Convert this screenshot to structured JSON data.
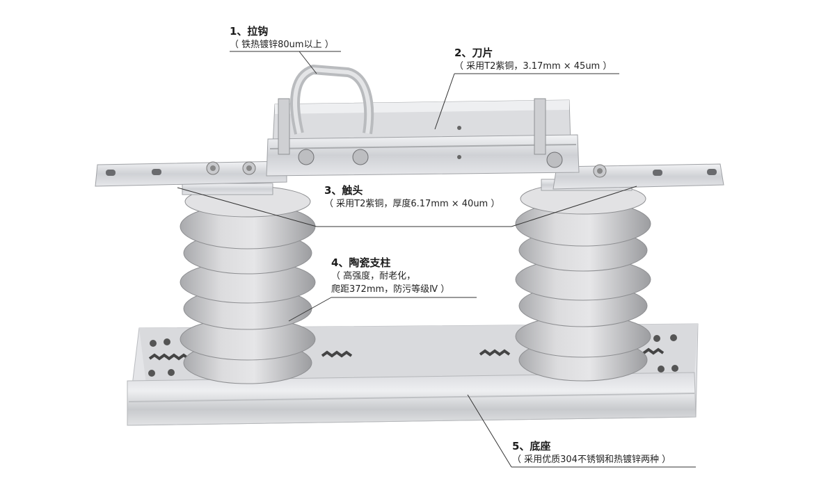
{
  "callouts": {
    "hook": {
      "title": "1、拉钩",
      "desc": "（ 铁热镀锌80um以上 ）"
    },
    "blade": {
      "title": "2、刀片",
      "desc": "（ 采用T2紫铜，3.17mm × 45um ）"
    },
    "contact": {
      "title": "3、触头",
      "desc": "（ 采用T2紫铜，厚度6.17mm × 40um ）"
    },
    "insulator": {
      "title": "4、陶瓷支柱",
      "desc1": "（ 高强度，耐老化，",
      "desc2": "爬距372mm，防污等级Ⅳ ）"
    },
    "base": {
      "title": "5、底座",
      "desc": "（ 采用优质304不锈钢和热镀锌两种 ）"
    }
  },
  "colors": {
    "porcelain": "#d4d4d4",
    "steel": "#d9dadd",
    "leader_line": "#333333"
  }
}
